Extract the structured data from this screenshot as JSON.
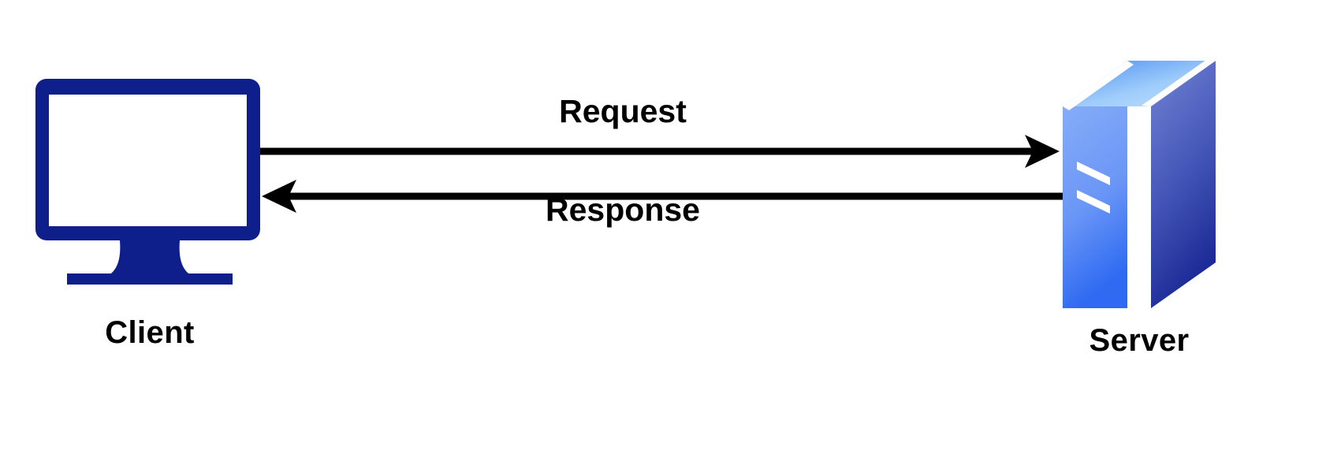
{
  "diagram": {
    "type": "client-server-request-response",
    "background_color": "#ffffff",
    "nodes": [
      {
        "id": "client",
        "label": "Client",
        "icon": "desktop-monitor-icon",
        "color": "#0E1F8C"
      },
      {
        "id": "server",
        "label": "Server",
        "icon": "server-tower-icon",
        "colors": {
          "front_top": "#7FA8F7",
          "front_bottom": "#2F6BF2",
          "side_top": "#6E7FD0",
          "side_bottom": "#1E2C96",
          "top_near": "#8FC4FA",
          "top_far": "#4A8CF0",
          "vent_slot": "#ffffff"
        }
      }
    ],
    "edges": [
      {
        "id": "request",
        "label": "Request",
        "from": "client",
        "to": "server",
        "direction": "right",
        "color": "#000000"
      },
      {
        "id": "response",
        "label": "Response",
        "from": "server",
        "to": "client",
        "direction": "left",
        "color": "#000000"
      }
    ]
  },
  "labels": {
    "client": "Client",
    "server": "Server",
    "request": "Request",
    "response": "Response"
  }
}
